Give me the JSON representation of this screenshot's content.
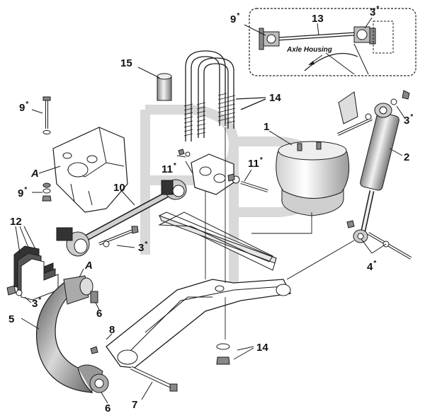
{
  "labels": {
    "inset_9": "9",
    "inset_13": "13",
    "inset_3": "3",
    "axle_housing": "Axle Housing",
    "l15": "15",
    "l14_top": "14",
    "l1": "1",
    "l2": "2",
    "l3_right": "3",
    "l9_top": "9",
    "lA_top": "A",
    "l11_left": "11",
    "l11_right": "11",
    "l10": "10",
    "l9_mid": "9",
    "l12": "12",
    "l3_mid": "3",
    "l4": "4",
    "lA_mid": "A",
    "l3_left": "3",
    "l6_top": "6",
    "l5": "5",
    "l8": "8",
    "l14_bottom": "14",
    "l7": "7",
    "l6_bottom": "6"
  },
  "star": "*",
  "colors": {
    "line": "#1a1a1a",
    "part_fill": "#ffffff",
    "shade": "#bdbdbd",
    "dark_shade": "#8a8a8a",
    "watermark": "#d9d9d9"
  }
}
